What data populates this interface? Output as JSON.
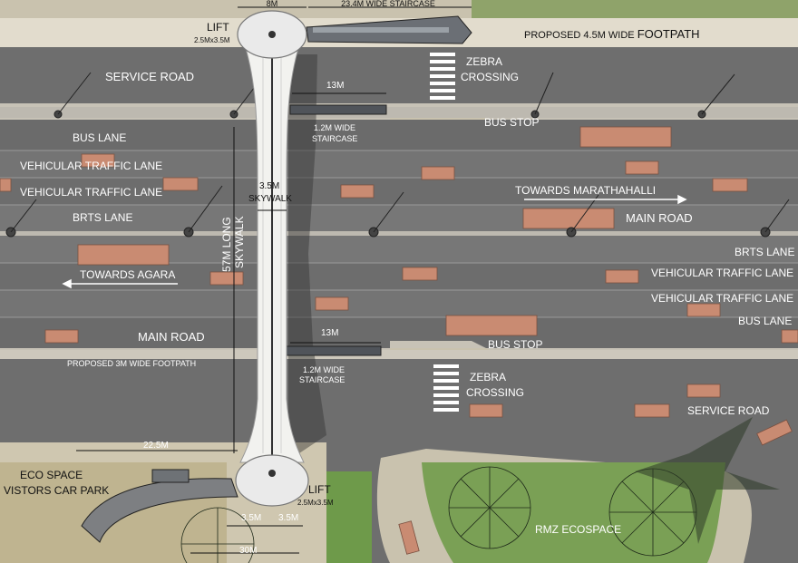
{
  "labels": {
    "top_width": "8M",
    "top_staircase": "23.4M WIDE STAIRCASE",
    "lift_top": "LIFT",
    "lift_top_size": "2.5Mx3.5M",
    "footpath_top": "PROPOSED 4.5M WIDE",
    "footpath_top_b": "FOOTPATH",
    "service_road_top": "SERVICE ROAD",
    "zebra_top_a": "ZEBRA",
    "zebra_top_b": "CROSSING",
    "dim_13m_top": "13M",
    "stair_12_top_a": "1.2M WIDE",
    "stair_12_top_b": "STAIRCASE",
    "bus_stop_top": "BUS STOP",
    "bus_lane_top": "BUS LANE",
    "veh_lane_top_1": "VEHICULAR TRAFFIC LANE",
    "veh_lane_top_2": "VEHICULAR TRAFFIC LANE",
    "skywalk_width_a": "3.5M",
    "skywalk_width_b": "SKYWALK",
    "towards_marathahalli": "TOWARDS MARATHAHALLI",
    "brts_lane_top": "BRTS LANE",
    "main_road_top": "MAIN ROAD",
    "skywalk_length_a": "57M LONG",
    "skywalk_length_b": "SKYWALK",
    "brts_lane_bottom": "BRTS LANE",
    "towards_agara": "TOWARDS AGARA",
    "veh_lane_bot_1": "VEHICULAR TRAFFIC LANE",
    "veh_lane_bot_2": "VEHICULAR TRAFFIC LANE",
    "bus_lane_bottom": "BUS LANE",
    "main_road_bottom": "MAIN ROAD",
    "dim_13m_bottom": "13M",
    "bus_stop_bottom": "BUS STOP",
    "footpath_bottom": "PROPOSED 3M WIDE FOOTPATH",
    "stair_12_bot_a": "1.2M WIDE",
    "stair_12_bot_b": "STAIRCASE",
    "zebra_bot_a": "ZEBRA",
    "zebra_bot_b": "CROSSING",
    "service_road_bottom": "SERVICE ROAD",
    "dim_225": "22.5M",
    "eco_space_a": "ECO SPACE",
    "eco_space_b": "VISTORS CAR PARK",
    "lift_bottom": "LIFT",
    "lift_bottom_size": "2.5Mx3.5M",
    "dim_35_a": "3.5M",
    "dim_35_b": "3.5M",
    "dim_30m": "30M",
    "rmz_ecospace": "RMZ ECOSPACE"
  },
  "colors": {
    "road": "#6f6f6f",
    "median": "#bdb9b0",
    "ground": "#c9c2ae",
    "grass": "#7aa055",
    "bus": "#c98b72",
    "skywalk": "#f2f2ef",
    "label": "#ffffff"
  },
  "icons": [
    "street-lamp-icon",
    "bus-icon",
    "tree-icon",
    "direction-arrow-icon"
  ]
}
